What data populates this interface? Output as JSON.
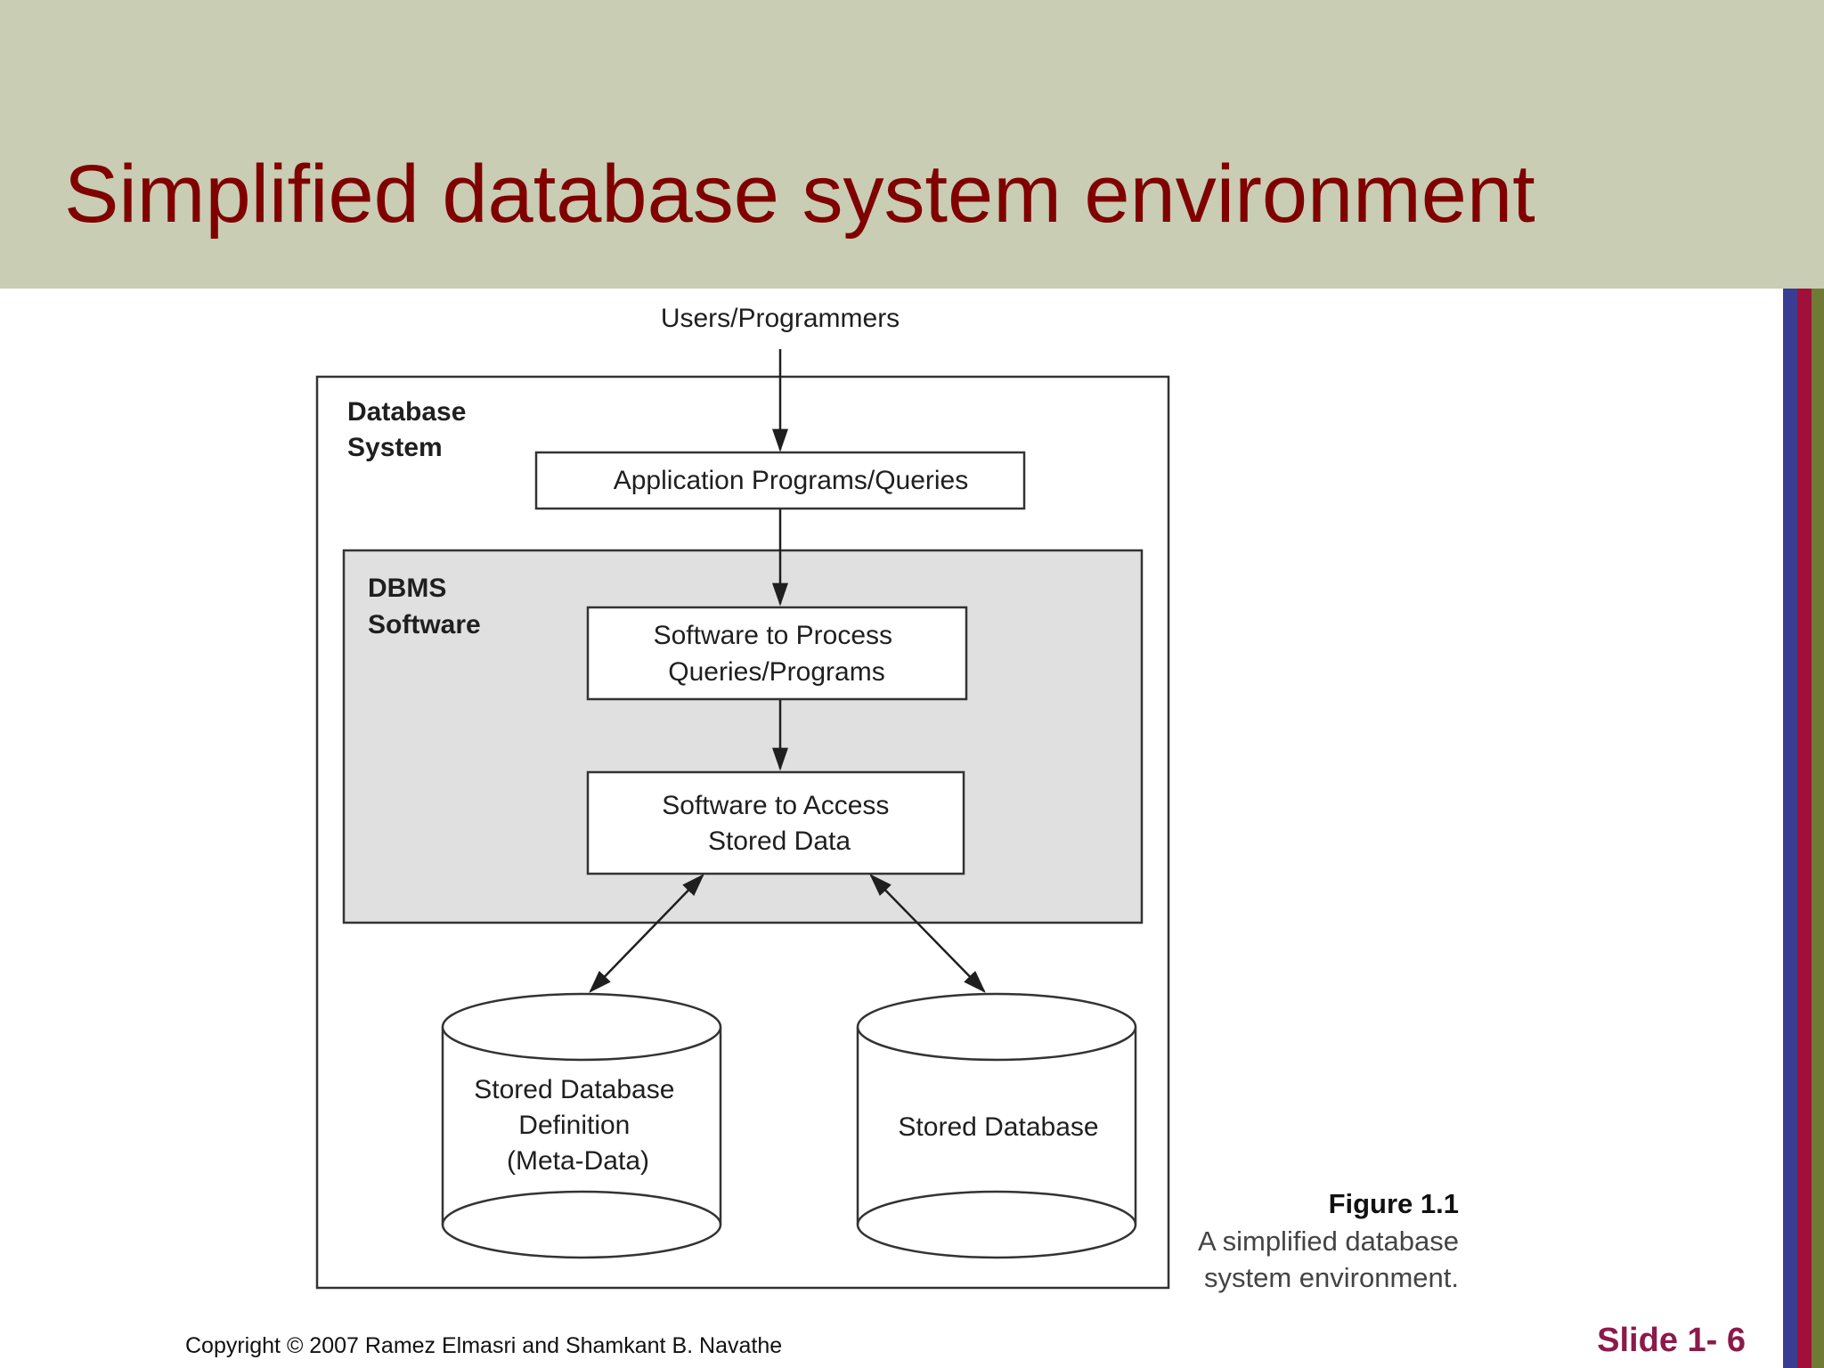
{
  "slide": {
    "title": "Simplified database system environment",
    "copyright": "Copyright © 2007 Ramez Elmasri and Shamkant B. Navathe",
    "slide_number": "Slide 1- 6"
  },
  "colors": {
    "title_band": "#c8cdb3",
    "title_text": "#800000",
    "stripe_blue": "#3a3c93",
    "stripe_red": "#a0103a",
    "stripe_olive": "#6f7a35",
    "dbms_fill": "#e0e0e0",
    "slide_number": "#8b1a4a"
  },
  "diagram": {
    "users_label": "Users/Programmers",
    "database_system_label": [
      "Database",
      "System"
    ],
    "app_programs_label": "Application Programs/Queries",
    "dbms_label": [
      "DBMS",
      "Software"
    ],
    "process_box_label": [
      "Software to Process",
      "Queries/Programs"
    ],
    "access_box_label": [
      "Software to Access",
      "Stored Data"
    ],
    "metadata_store_label": [
      "Stored Database",
      "Definition",
      "(Meta-Data)"
    ],
    "stored_db_label": "Stored Database"
  },
  "figure_caption": {
    "title": "Figure 1.1",
    "lines": [
      "A simplified database",
      "system environment."
    ]
  }
}
